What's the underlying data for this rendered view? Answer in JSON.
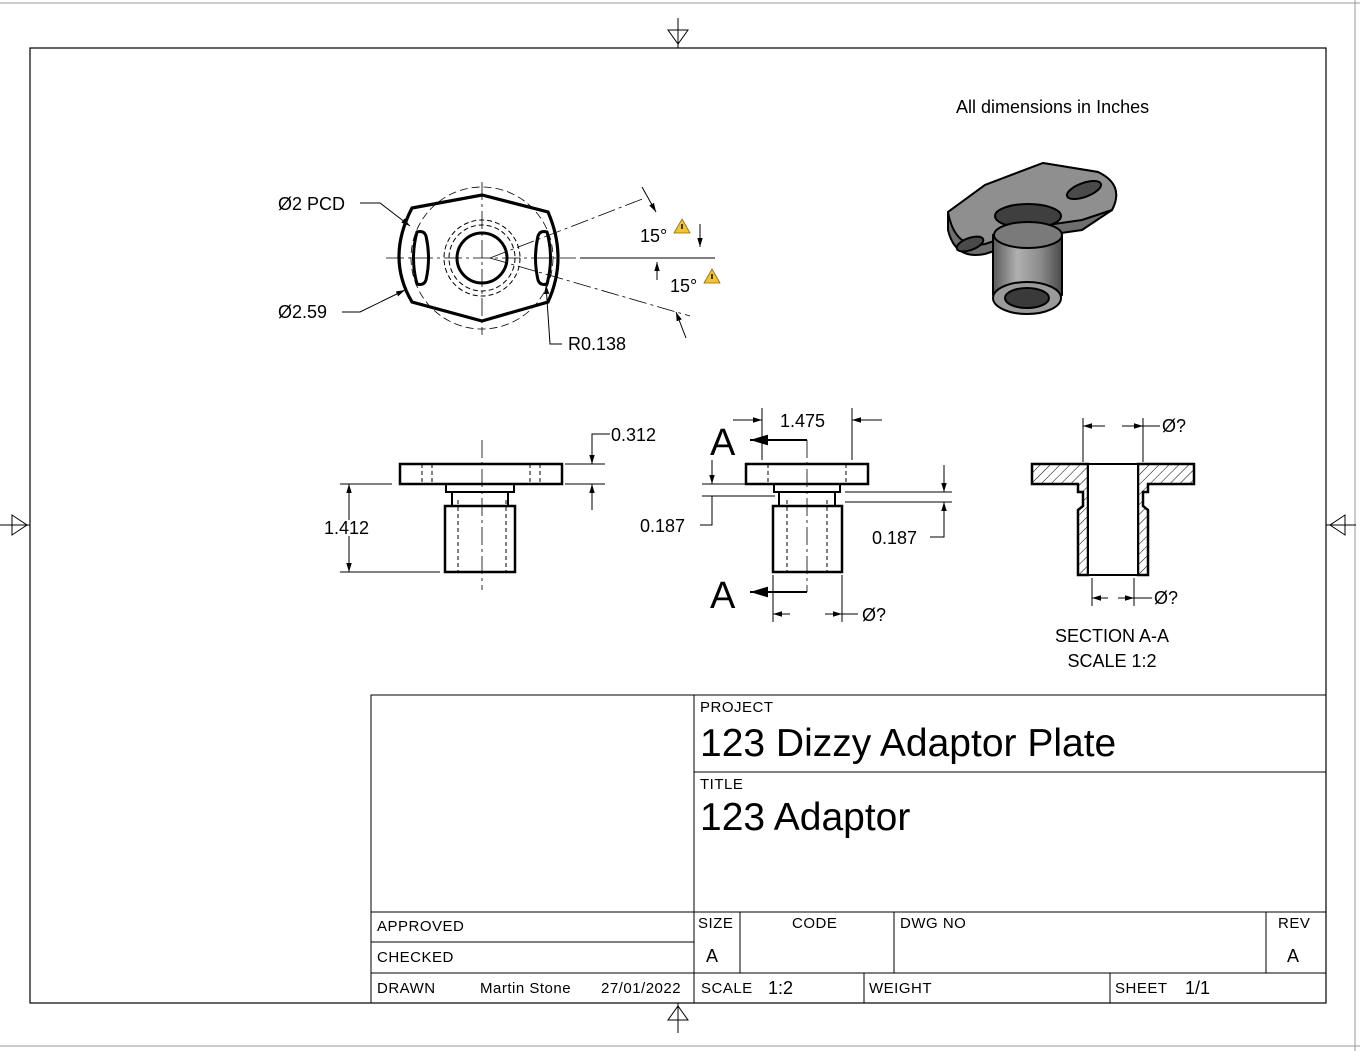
{
  "notes": {
    "units": "All dimensions in Inches"
  },
  "top_view": {
    "pcd": "Ø2 PCD",
    "outer_dia": "Ø2.59",
    "slot_radius": "R0.138",
    "angle_upper": "15°",
    "angle_lower": "15°"
  },
  "front_view": {
    "flange_thk": "0.312",
    "height": "1.412"
  },
  "side_view": {
    "width": "1.475",
    "sec_top": "A",
    "sec_bot": "A",
    "dim_left": "0.187",
    "dim_right": "0.187",
    "dia": "Ø?"
  },
  "section": {
    "dia_top": "Ø?",
    "dia_bot": "Ø?",
    "caption": "SECTION A-A",
    "scale": "SCALE 1:2"
  },
  "title_block": {
    "project_label": "PROJECT",
    "project": "123 Dizzy Adaptor Plate",
    "title_label": "TITLE",
    "title": "123 Adaptor",
    "approved_label": "APPROVED",
    "checked_label": "CHECKED",
    "drawn_label": "DRAWN",
    "drawn_by": "Martin Stone",
    "drawn_date": "27/01/2022",
    "size_label": "SIZE",
    "size": "A",
    "code_label": "CODE",
    "dwg_label": "DWG NO",
    "rev_label": "REV",
    "rev": "A",
    "scale_label": "SCALE",
    "scale": "1:2",
    "weight_label": "WEIGHT",
    "sheet_label": "SHEET",
    "sheet": "1/1"
  },
  "colors": {
    "shade_light": "#9a9a9a",
    "shade_dark": "#555555",
    "warning": "#f4c430"
  }
}
